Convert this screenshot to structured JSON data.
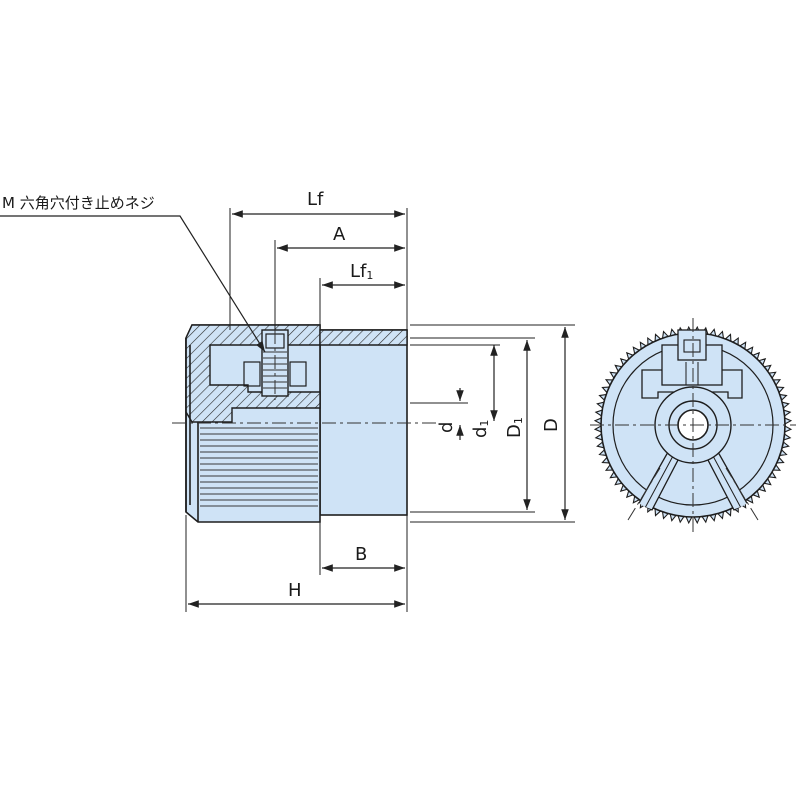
{
  "callout": {
    "note": "M 六角穴付き止めネジ"
  },
  "dimensions": {
    "Lf": "Lf",
    "A": "A",
    "Lf1_main": "Lf",
    "Lf1_sub": "1",
    "d": "d",
    "d1_main": "d",
    "d1_sub": "1",
    "D1_main": "D",
    "D1_sub": "1",
    "D": "D",
    "B": "B",
    "H": "H"
  },
  "colors": {
    "body_fill": "#cfe3f6",
    "line": "#1e1e1e"
  }
}
